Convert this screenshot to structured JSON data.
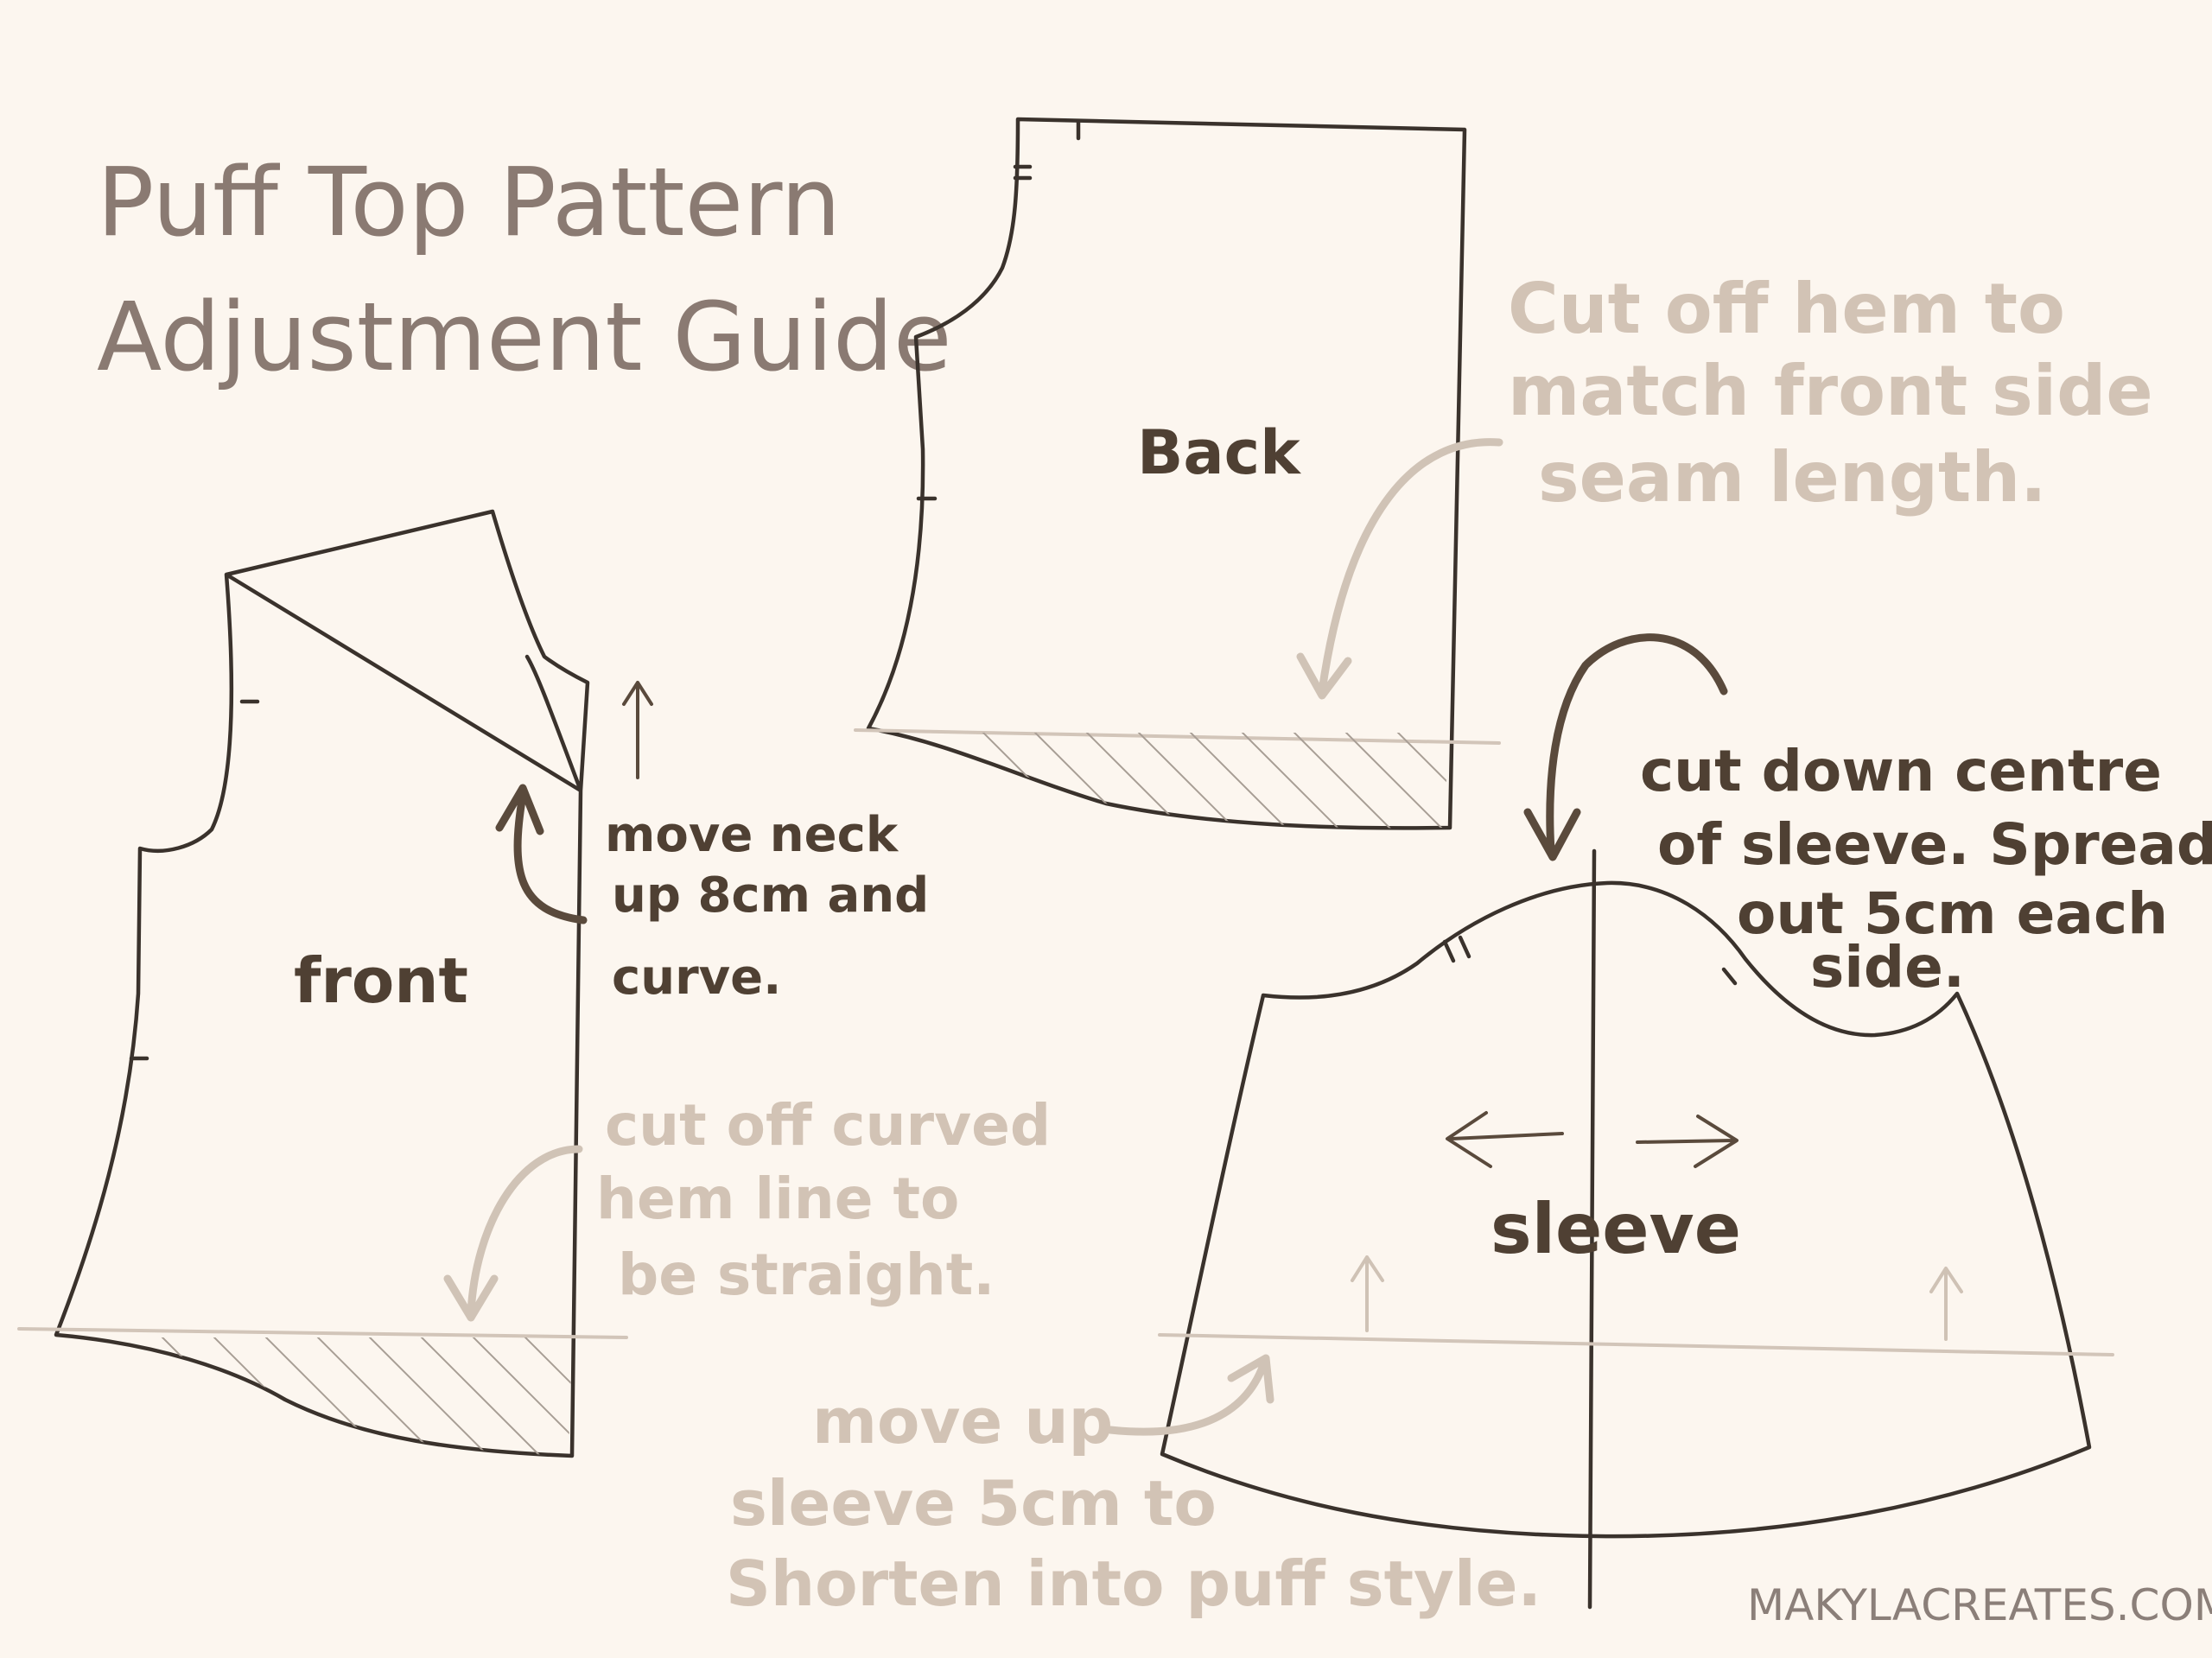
{
  "title": {
    "line1": "Puff Top Pattern",
    "line2": "Adjustment Guide"
  },
  "pieces": {
    "front": {
      "label": "front"
    },
    "back": {
      "label": "Back"
    },
    "sleeve": {
      "label": "sleeve"
    }
  },
  "notes": {
    "neck": [
      "move neck",
      "up 8cm and",
      "curve."
    ],
    "front_hem": [
      "cut off curved",
      "hem line to",
      "be straight."
    ],
    "back_hem": [
      "Cut off hem to",
      "match front side",
      "seam length."
    ],
    "sleeve_cut": [
      "cut down centre",
      "of sleeve. Spread",
      "out 5cm each",
      "side."
    ],
    "sleeve_hem": [
      "move up",
      "sleeve 5cm to",
      "Shorten into puff style."
    ]
  },
  "brand": "MAKYLACREATES.COM",
  "colors": {
    "background": "#fcf6ef",
    "outline": "#3a322c",
    "dark_ink": "#4f4033",
    "light_ink": "#d2c3b5",
    "title_ink": "#8a7a72"
  }
}
